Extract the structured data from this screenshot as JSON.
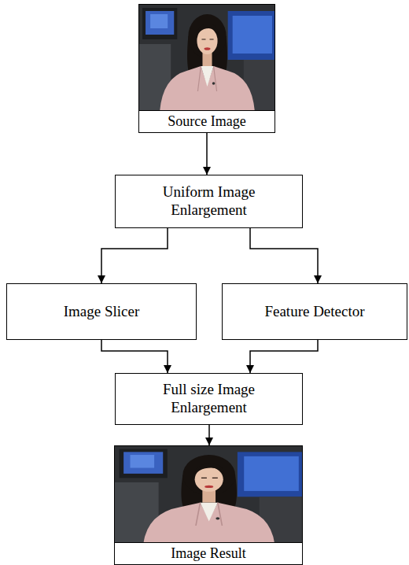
{
  "diagram": {
    "nodes": [
      {
        "text": [
          "Source Image"
        ]
      },
      {
        "text": [
          "Uniform Image Enlargement"
        ]
      },
      {
        "text": [
          "Image Slicer"
        ]
      },
      {
        "text": [
          "Feature Detector"
        ]
      },
      {
        "text": [
          "Full size Image Enlargement"
        ]
      },
      {
        "text": [
          "Image Result"
        ]
      }
    ],
    "edges": [
      {
        "from": 0,
        "to": 1,
        "arrow": "to"
      },
      {
        "from": 1,
        "to": 2,
        "arrow": "to"
      },
      {
        "from": 1,
        "to": 3,
        "arrow": "to"
      },
      {
        "from": 2,
        "to": 4,
        "arrow": "to"
      },
      {
        "from": 3,
        "to": 4,
        "arrow": "to"
      },
      {
        "from": 4,
        "to": 5,
        "arrow": "to"
      }
    ]
  }
}
